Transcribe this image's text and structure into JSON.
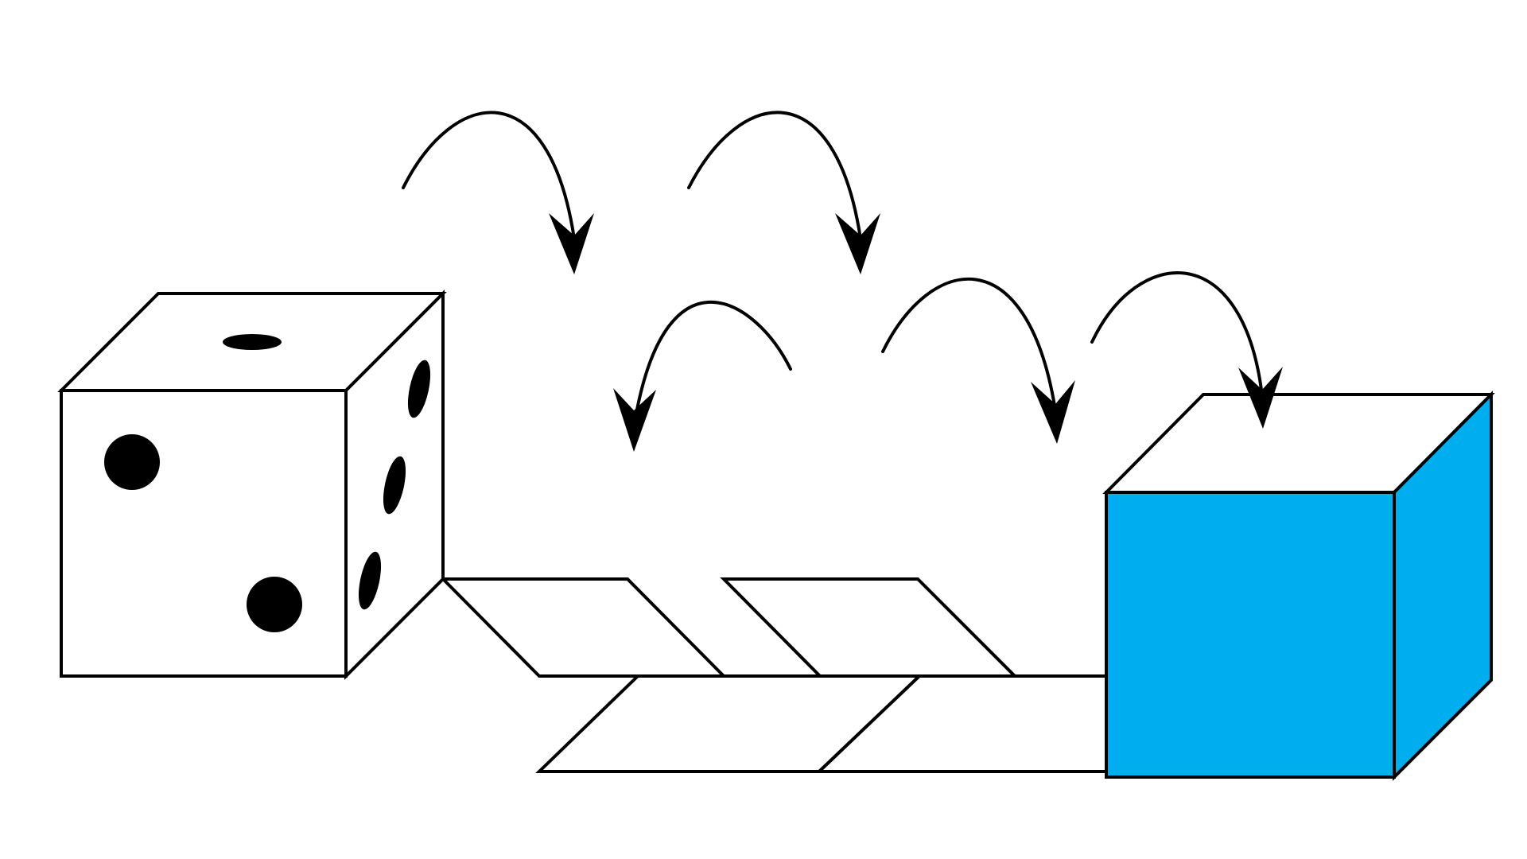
{
  "diagram": {
    "type": "cube-rolling-path",
    "description_visible_text": "",
    "die": {
      "front_face_pips": 2,
      "top_face_pips": 1,
      "right_face_pips": 3
    },
    "path_grid": {
      "rows": 2,
      "columns": 2
    },
    "roll_arrows": [
      {
        "direction": "forward"
      },
      {
        "direction": "forward"
      },
      {
        "direction": "backward"
      },
      {
        "direction": "forward"
      },
      {
        "direction": "forward"
      }
    ],
    "target_cube": {
      "face_color": "#00aeef"
    },
    "colors": {
      "outline": "#000000",
      "target_cube_fill": "#00aeef",
      "background": "#ffffff"
    }
  }
}
